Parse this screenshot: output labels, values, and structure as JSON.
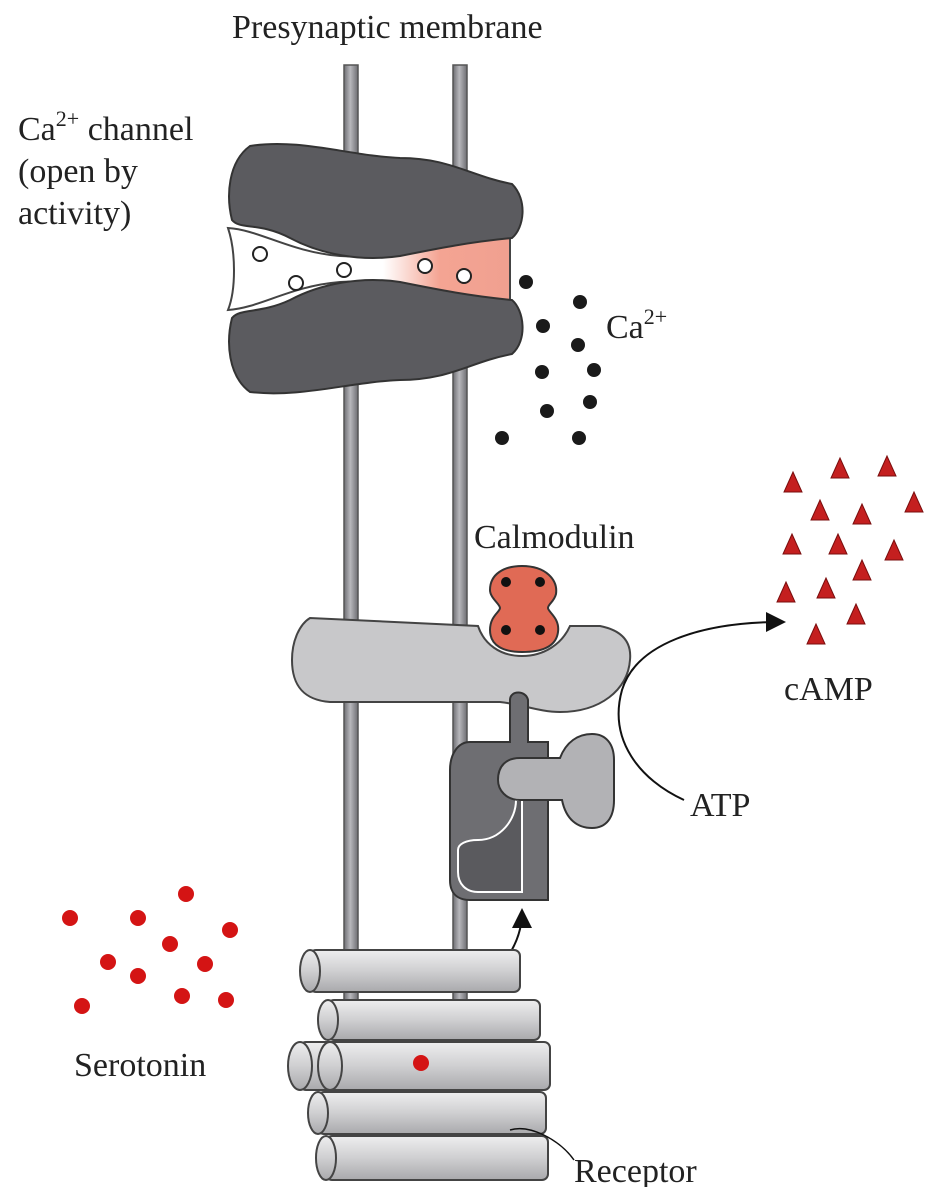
{
  "labels": {
    "title": "Presynaptic membrane",
    "ca_channel_line1": "Ca",
    "ca_channel_sup": "2+",
    "ca_channel_line1_rest": " channel",
    "ca_channel_line2": "(open by",
    "ca_channel_line3": "activity)",
    "ca_ion": "Ca",
    "ca_ion_sup": "2+",
    "calmodulin": "Calmodulin",
    "camp": "cAMP",
    "atp": "ATP",
    "serotonin": "Serotonin",
    "receptor": "Receptor"
  },
  "colors": {
    "membrane_rod": "#8f8f94",
    "channel": "#5c5c60",
    "channel_pore": "#f2a898",
    "calcium_ion": "#1a1a1a",
    "calmodulin": "#e06a55",
    "adenylyl_cyclase": "#c8c8ca",
    "g_protein": "#6e6e72",
    "camp_triangle": "#c41f1f",
    "serotonin_dot": "#d41414",
    "receptor": "#d0d0d2"
  },
  "icons": {
    "camp": "red-triangle",
    "serotonin": "red-dot",
    "calcium": "black-dot"
  }
}
